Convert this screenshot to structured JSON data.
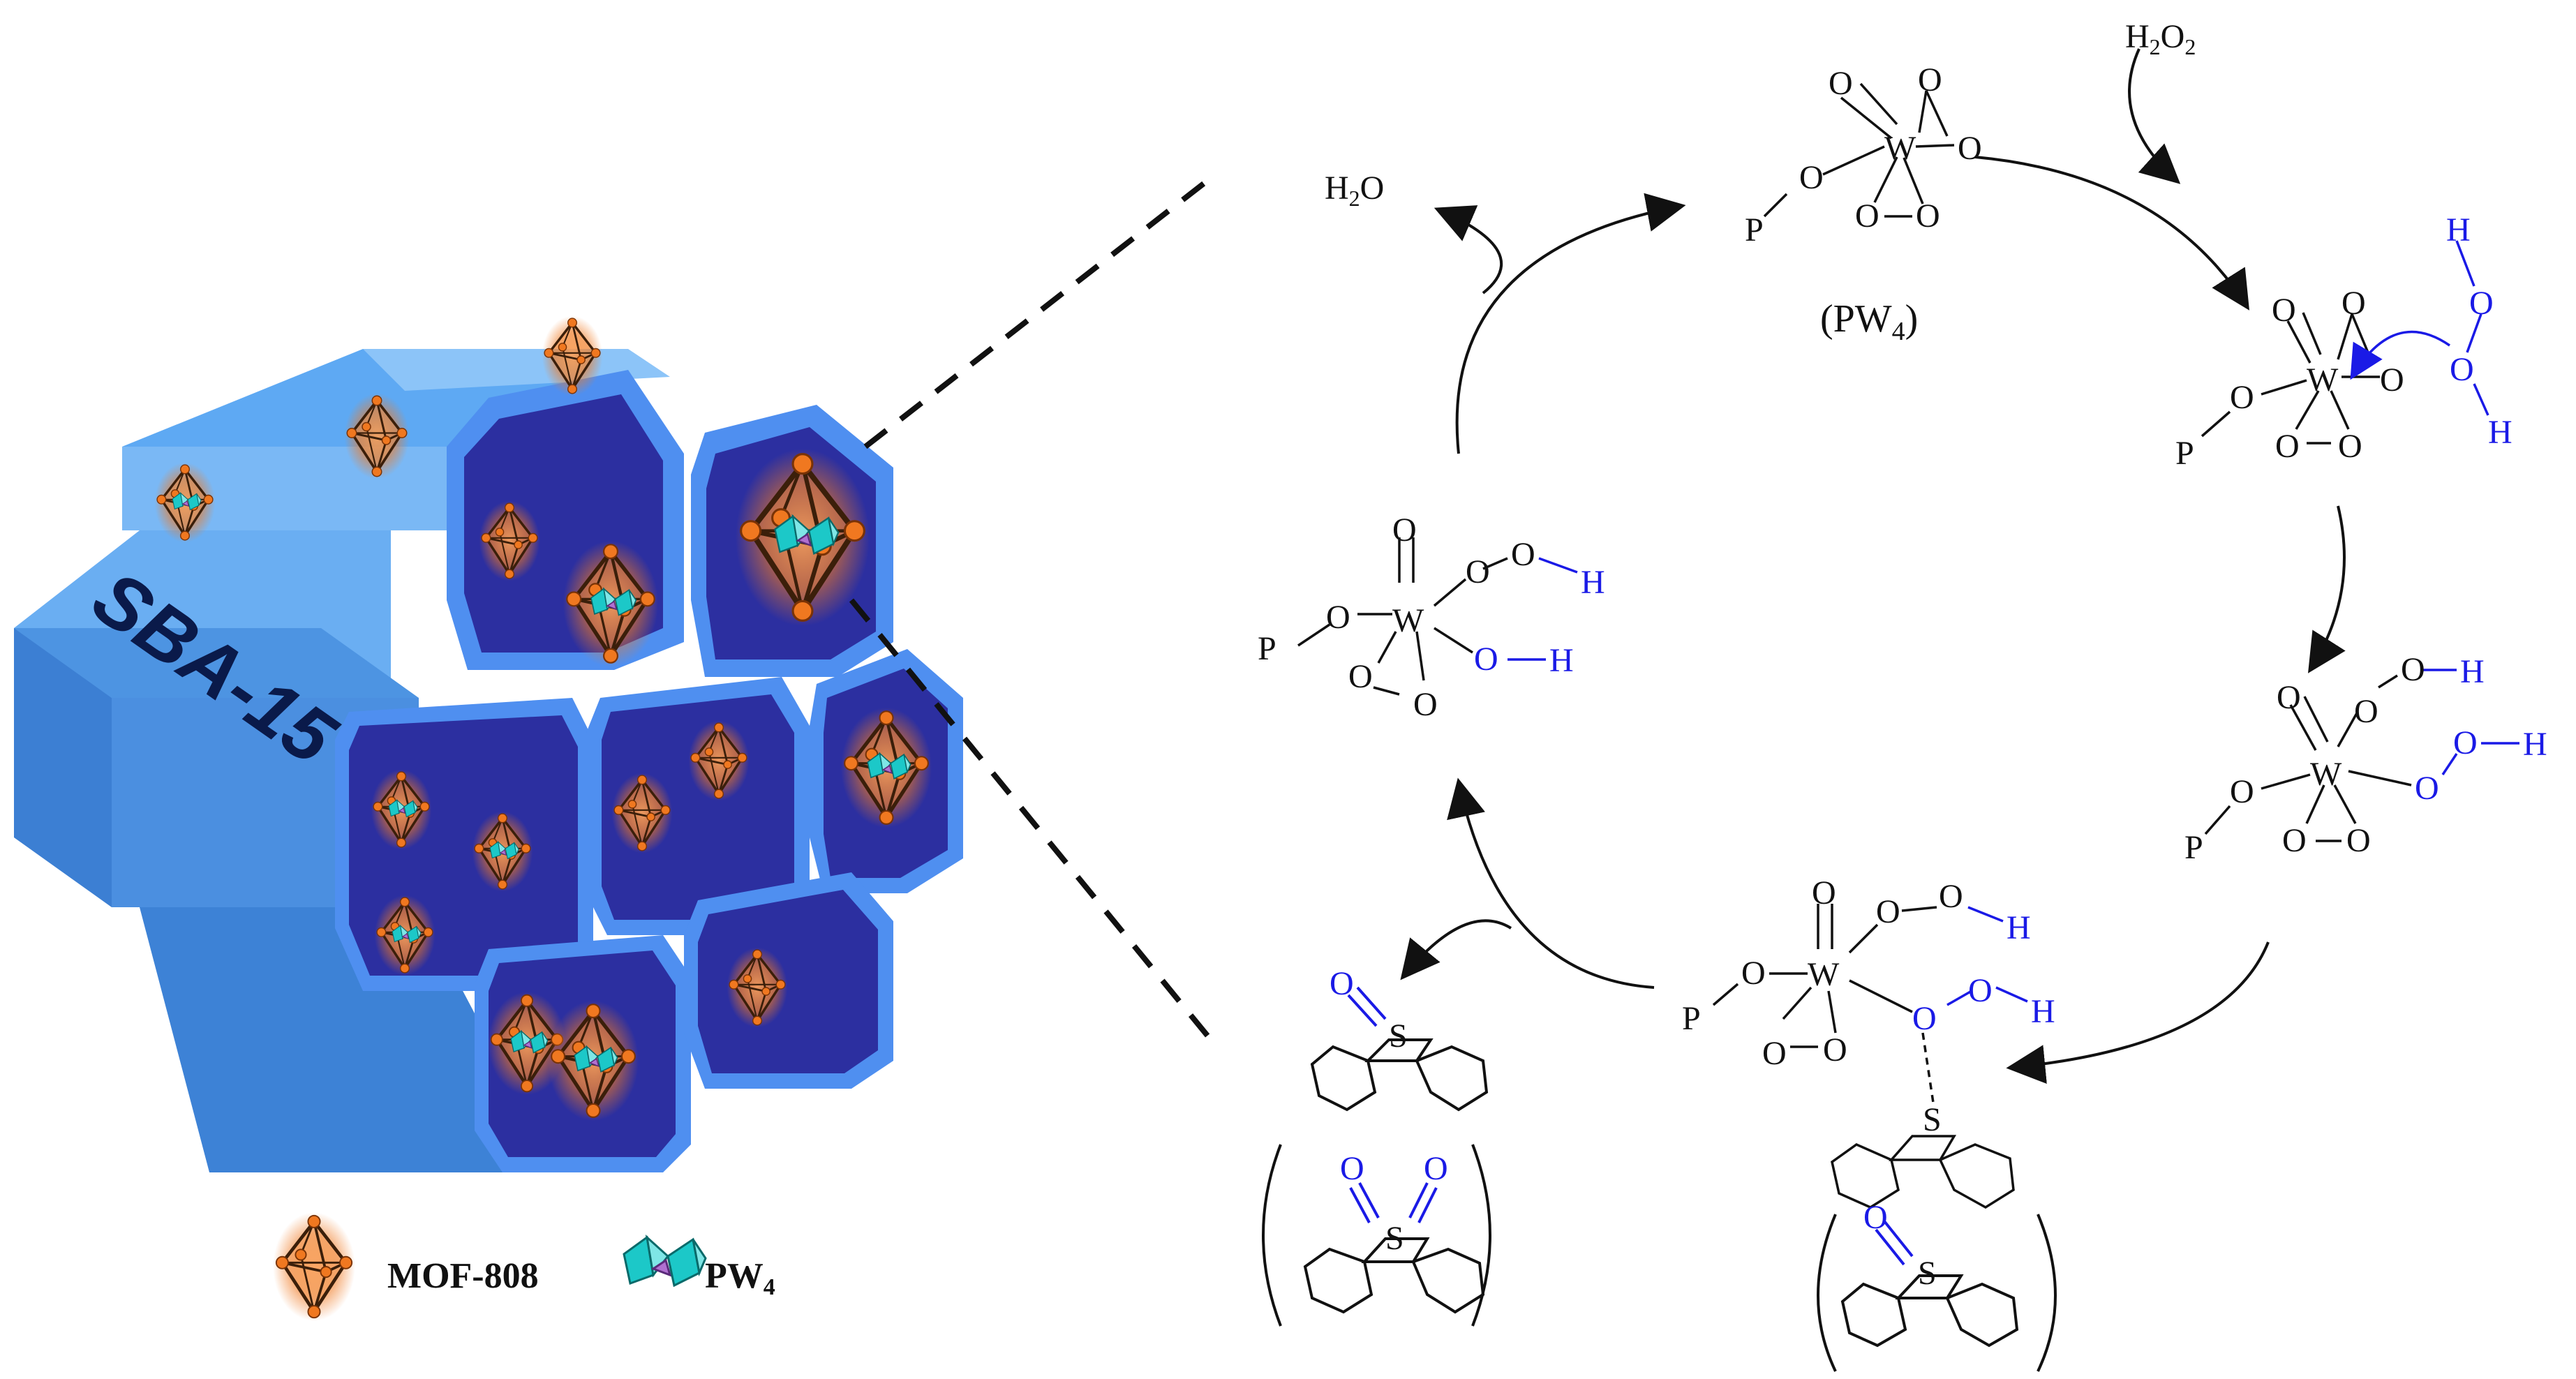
{
  "left": {
    "support_label": "SBA-15",
    "legend": {
      "mof_label": "MOF-808",
      "pw_label": "PW",
      "pw_sub": "4"
    }
  },
  "cycle": {
    "top": {
      "label_open": "(PW",
      "label_sub": "4",
      "label_close": ")"
    },
    "h2o2": {
      "main": "H",
      "sub1": "2",
      "mid": "O",
      "sub2": "2"
    },
    "h2o": {
      "main": "H",
      "sub1": "2",
      "end": "O"
    },
    "atoms": {
      "W": "W",
      "O": "O",
      "P": "P",
      "H": "H",
      "S": "S"
    }
  },
  "colors": {
    "hexagon_front": "#2c2fa0",
    "hexagon_rim": "#4f8ff0",
    "tube_side": "#5ea9f3",
    "mof_orange": "#f07820",
    "pw_teal": "#1cc8c8",
    "reactive_blue": "#1a1ae6",
    "ink": "#111111"
  }
}
